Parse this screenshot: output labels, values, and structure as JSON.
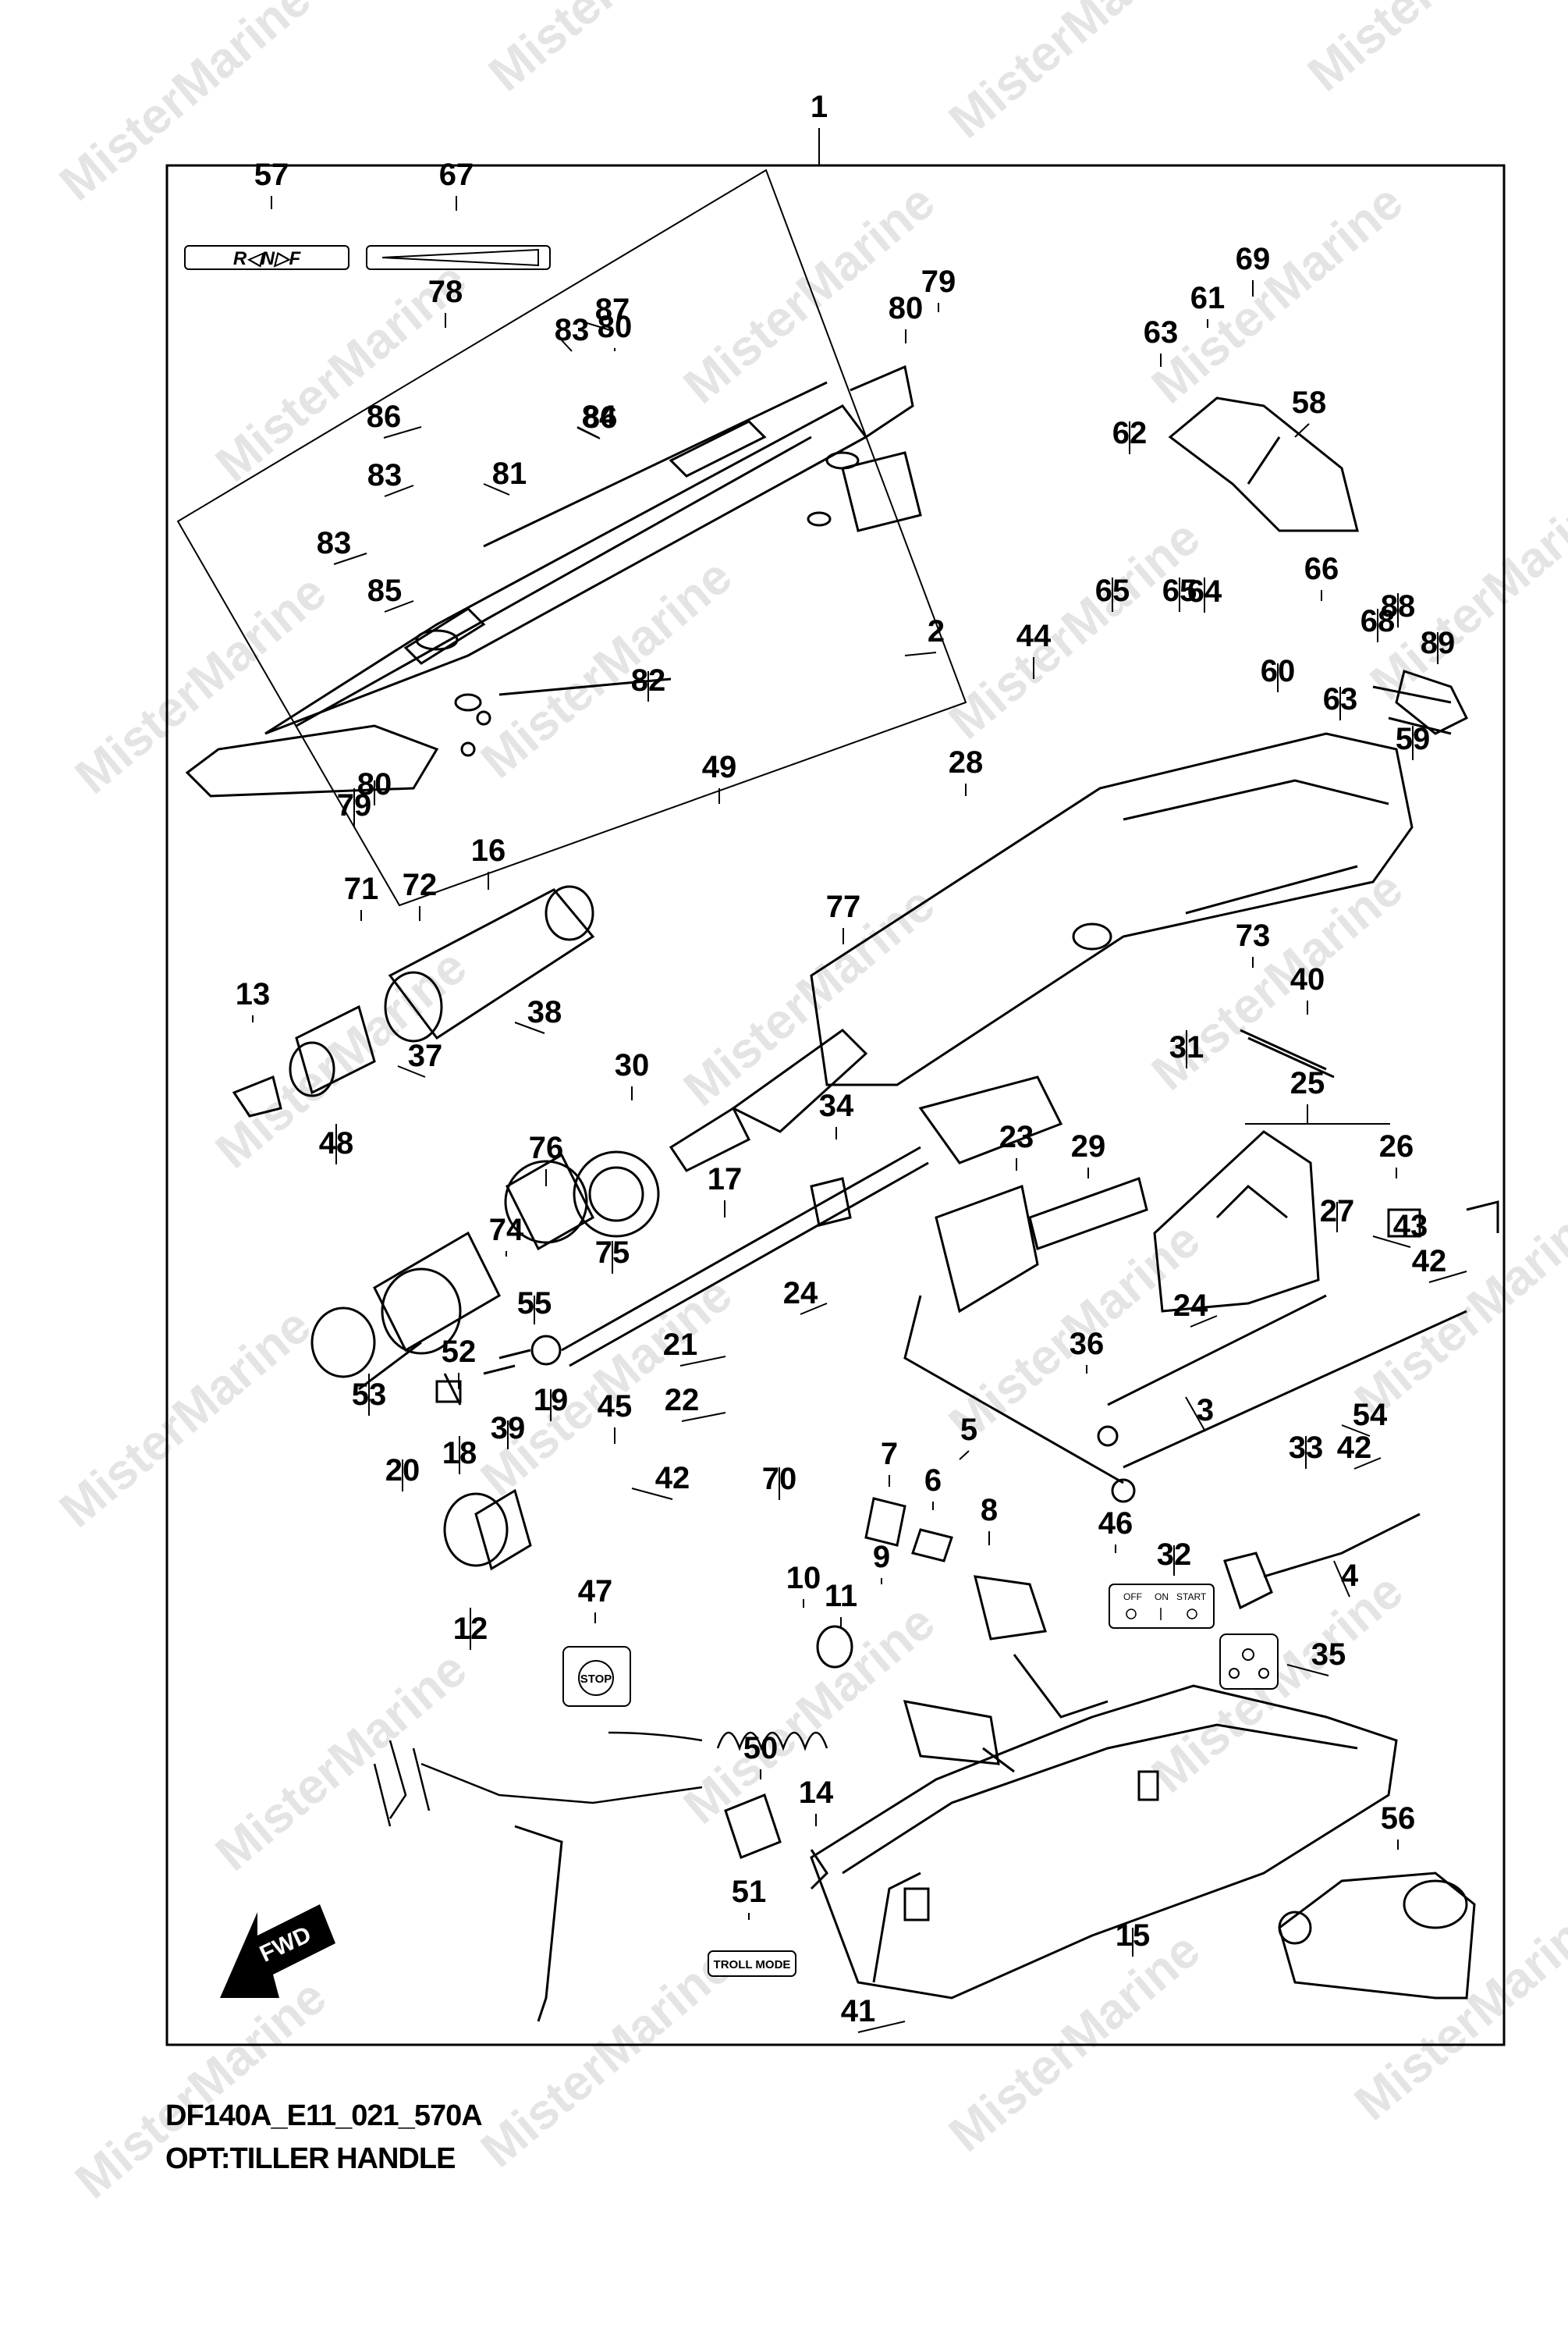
{
  "caption": {
    "code": "DF140A_E11_021_570A",
    "title": "OPT:TILLER HANDLE"
  },
  "watermark_text": "MisterMarine",
  "decals": {
    "shift_label": "R◁N▷F",
    "forward_arrow": "FWD",
    "stop_switch": "STOP",
    "troll_mode": "TROLL MODE",
    "ignition_off": "OFF",
    "ignition_on": "ON",
    "ignition_start": "START"
  },
  "callouts": [
    "1",
    "2",
    "3",
    "4",
    "5",
    "6",
    "7",
    "8",
    "9",
    "10",
    "11",
    "12",
    "13",
    "14",
    "15",
    "16",
    "17",
    "18",
    "19",
    "20",
    "21",
    "22",
    "23",
    "24",
    "24",
    "25",
    "26",
    "27",
    "28",
    "29",
    "30",
    "31",
    "32",
    "33",
    "34",
    "35",
    "36",
    "37",
    "38",
    "39",
    "40",
    "41",
    "42",
    "42",
    "42",
    "43",
    "44",
    "45",
    "46",
    "47",
    "48",
    "49",
    "50",
    "51",
    "52",
    "53",
    "54",
    "55",
    "56",
    "57",
    "58",
    "59",
    "60",
    "61",
    "62",
    "63",
    "63",
    "64",
    "65",
    "65",
    "66",
    "67",
    "68",
    "69",
    "70",
    "71",
    "72",
    "73",
    "74",
    "75",
    "76",
    "77",
    "78",
    "79",
    "79",
    "80",
    "80",
    "80",
    "81",
    "82",
    "83",
    "83",
    "83",
    "84",
    "85",
    "86",
    "86",
    "87",
    "88",
    "89"
  ],
  "colors": {
    "line": "#000000",
    "watermark": "#d9d9d9",
    "background": "#ffffff"
  }
}
